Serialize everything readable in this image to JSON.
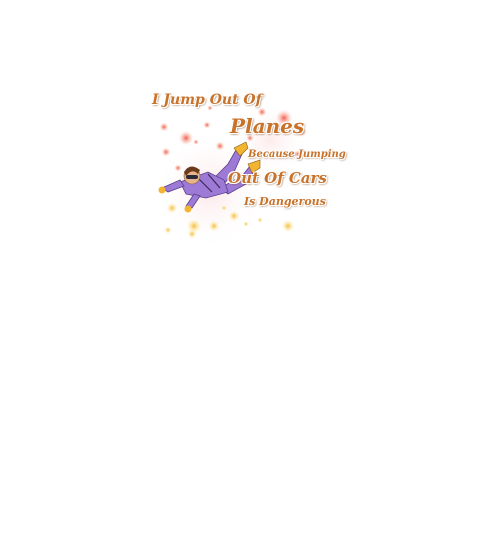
{
  "artwork": {
    "lines": [
      "I Jump Out Of",
      "Planes",
      "Because Jumping",
      "Out Of Cars",
      "Is Dangerous"
    ],
    "colors": {
      "text": "#c8722a",
      "suit": "#9d7ad6",
      "boots": "#f2b531",
      "sparkle_red": "#f05a4a",
      "sparkle_gold": "#f7c948"
    },
    "illustration": "skydiver-in-purple-jumpsuit"
  }
}
